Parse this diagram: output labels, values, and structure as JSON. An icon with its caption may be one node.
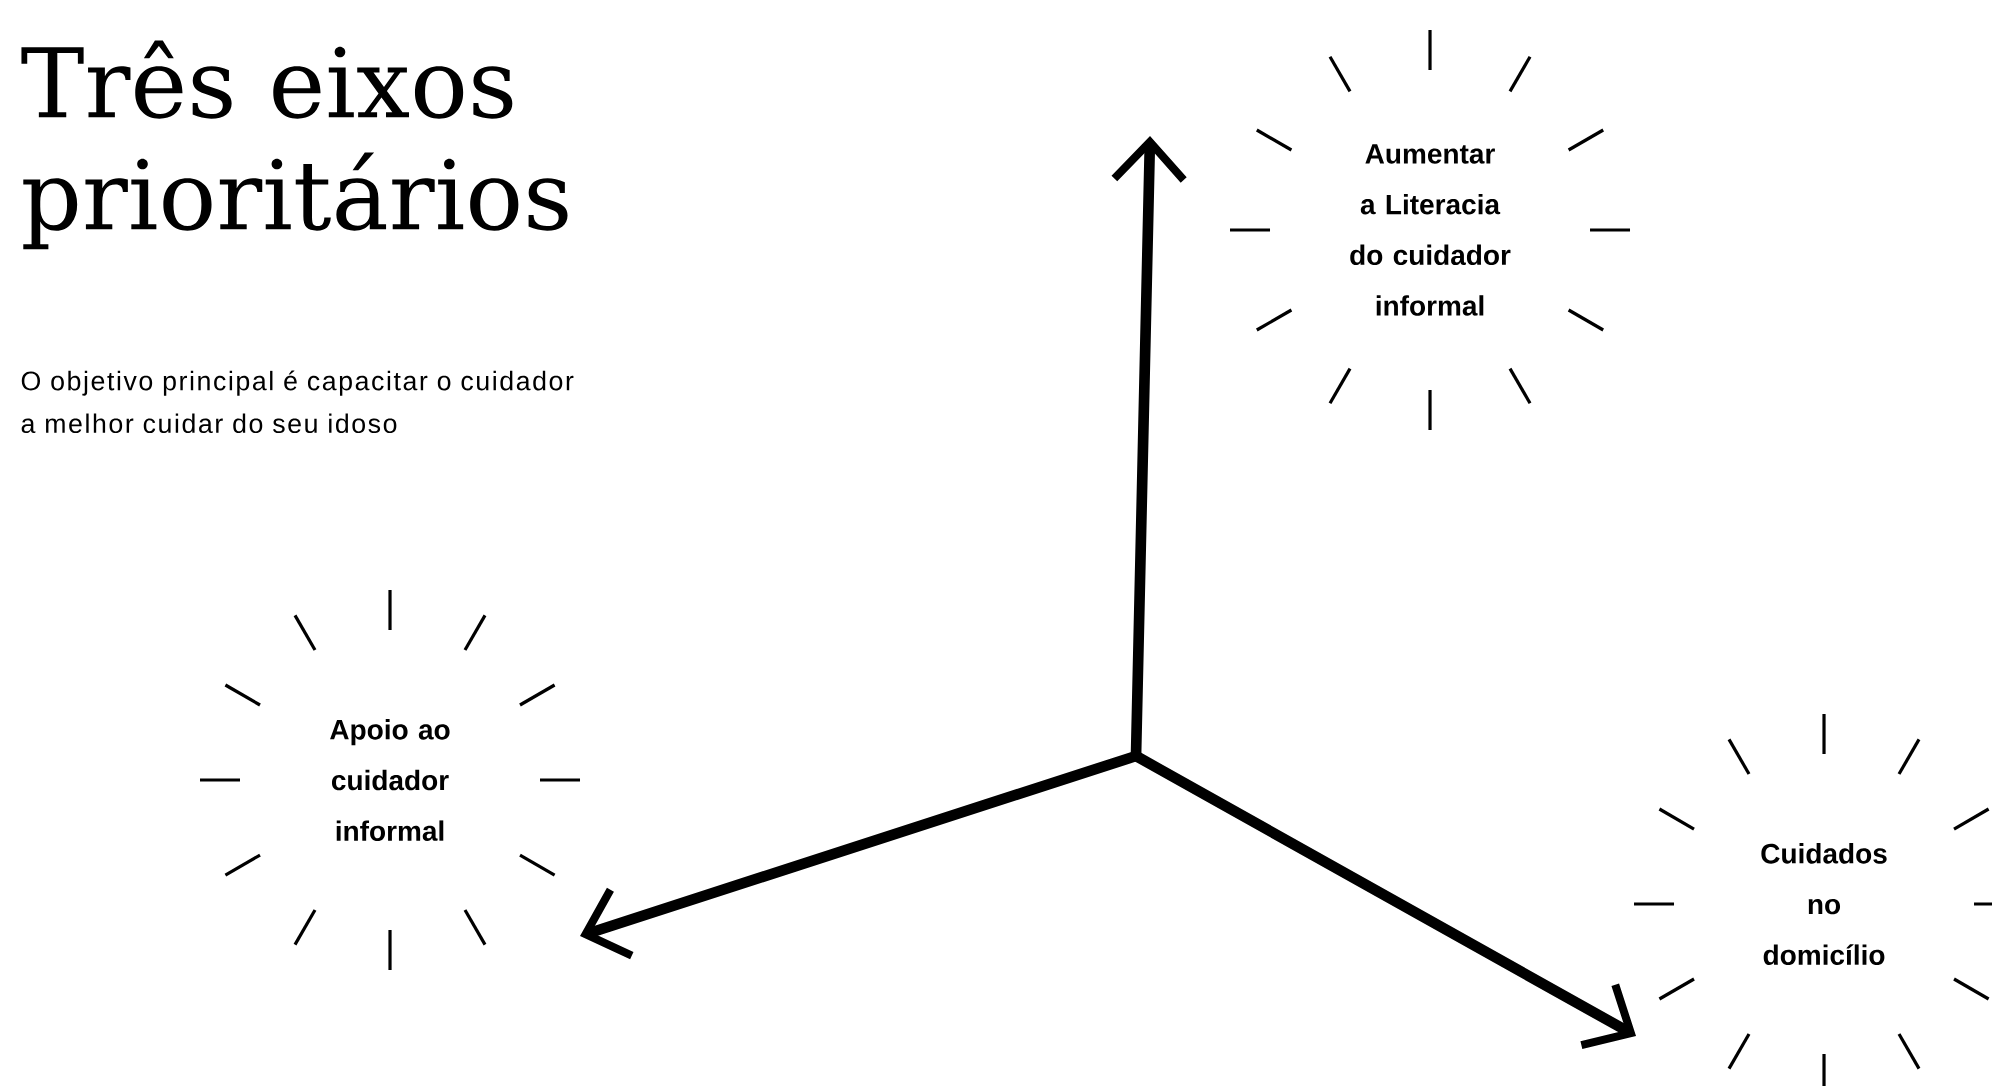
{
  "diagram": {
    "title": "Três eixos prioritários",
    "nodes": [
      {
        "text": [
          "Aumentar a Literacia do cuidador informal"
        ]
      },
      {
        "text": [
          "Apoio ao cuidador informal"
        ]
      },
      {
        "text": [
          "Cuidados no domicílio"
        ]
      }
    ],
    "edges": [
      {
        "from": null,
        "to": 0,
        "arrow": "to"
      },
      {
        "from": null,
        "to": 1,
        "arrow": "to"
      },
      {
        "from": null,
        "to": 2,
        "arrow": "to"
      }
    ],
    "labels": [
      "O objetivo principal é capacitar o cuidador a melhor cuidar do seu idoso"
    ]
  }
}
